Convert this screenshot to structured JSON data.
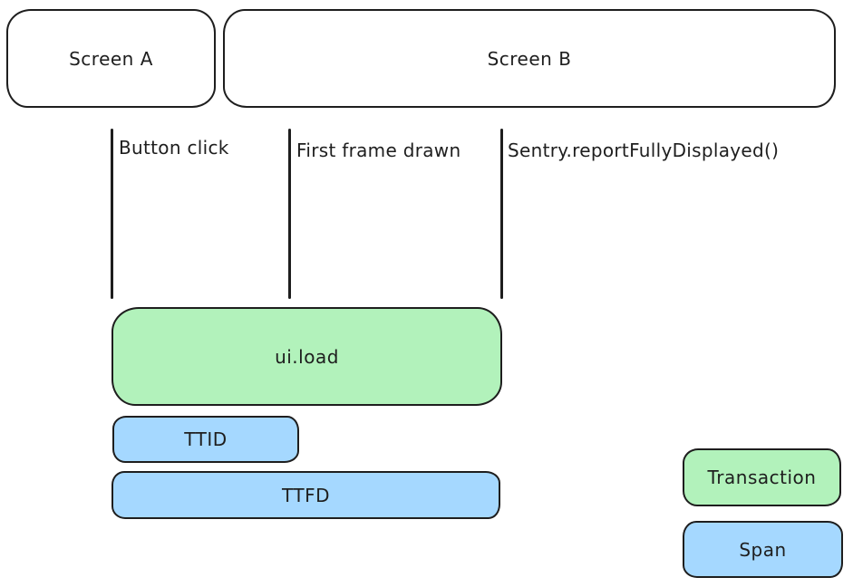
{
  "diagram": {
    "description": "Sentry mobile screen-load performance timeline diagram",
    "colors": {
      "background": "#ffffff",
      "stroke": "#1e1e1e",
      "transaction_fill": "#b2f2bb",
      "span_fill": "#a5d8ff"
    },
    "screens": [
      {
        "label": "Screen A"
      },
      {
        "label": "Screen B"
      }
    ],
    "events": [
      {
        "label": "Button click"
      },
      {
        "label": "First frame drawn"
      },
      {
        "label": "Sentry.reportFullyDisplayed()"
      }
    ],
    "bars": {
      "transaction": {
        "label": "ui.load",
        "type": "transaction"
      },
      "ttid": {
        "label": "TTID",
        "type": "span"
      },
      "ttfd": {
        "label": "TTFD",
        "type": "span"
      }
    },
    "legend": {
      "transaction": {
        "label": "Transaction",
        "color": "#b2f2bb"
      },
      "span": {
        "label": "Span",
        "color": "#a5d8ff"
      }
    }
  }
}
